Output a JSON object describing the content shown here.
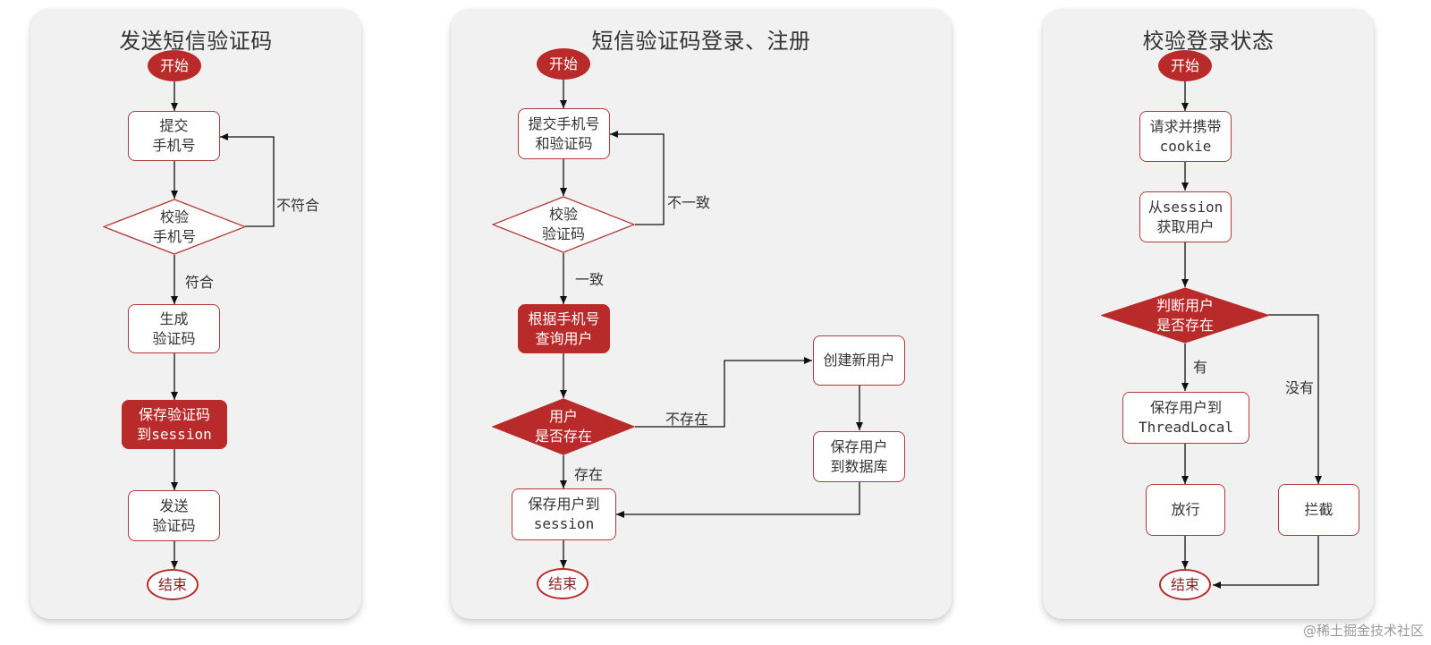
{
  "panels": {
    "send_code": {
      "title": "发送短信验证码",
      "start": "开始",
      "submit_phone": "提交\n手机号",
      "check_phone": "校验\n手机号",
      "label_not_match": "不符合",
      "label_match": "符合",
      "generate_code": "生成\n验证码",
      "save_code": "保存验证码\n到session",
      "send_code": "发送\n验证码",
      "end": "结束"
    },
    "login_register": {
      "title": "短信验证码登录、注册",
      "start": "开始",
      "submit_phone_code": "提交手机号\n和验证码",
      "check_code": "校验\n验证码",
      "label_inconsistent": "不一致",
      "label_consistent": "一致",
      "query_user": "根据手机号\n查询用户",
      "user_exists": "用户\n是否存在",
      "label_not_exist": "不存在",
      "label_exist": "存在",
      "create_user": "创建新用户",
      "save_db": "保存用户\n到数据库",
      "save_session": "保存用户到\nsession",
      "end": "结束"
    },
    "check_login": {
      "title": "校验登录状态",
      "start": "开始",
      "request_cookie": "请求并携带\ncookie",
      "get_user": "从session\n获取用户",
      "user_exists": "判断用户\n是否存在",
      "label_yes": "有",
      "label_no": "没有",
      "save_threadlocal": "保存用户到\nThreadLocal",
      "allow": "放行",
      "intercept": "拦截",
      "end": "结束"
    }
  },
  "watermark": "@稀土掘金技术社区",
  "colors": {
    "accent": "#b92a2a",
    "panel_bg": "#f2f1f2",
    "line": "#111111"
  }
}
